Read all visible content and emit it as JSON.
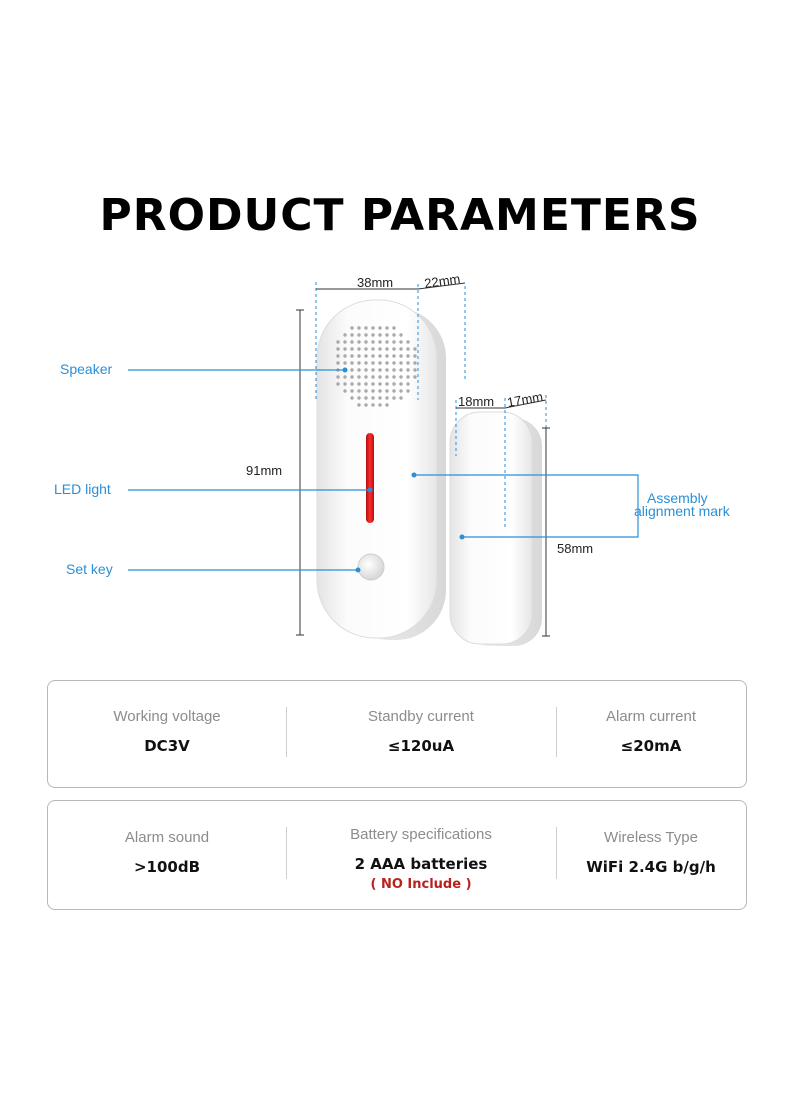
{
  "title": "PRODUCT PARAMETERS",
  "dimensions": {
    "width_main": "38mm",
    "depth_main": "22mm",
    "width_magnet": "18mm",
    "depth_magnet": "17mm",
    "height_main": "91mm",
    "height_magnet": "58mm"
  },
  "callouts": {
    "speaker": "Speaker",
    "led": "LED light",
    "set_key": "Set key",
    "assembly_line1": "Assembly",
    "assembly_line2": "alignment mark"
  },
  "specs_row1": [
    {
      "label": "Working voltage",
      "value": "DC3V"
    },
    {
      "label": "Standby current",
      "value": "≤120uA"
    },
    {
      "label": "Alarm current",
      "value": "≤20mA"
    }
  ],
  "specs_row2": [
    {
      "label": "Alarm sound",
      "value": ">100dB"
    },
    {
      "label": "Battery specifications",
      "value": "2 AAA batteries",
      "note": "( NO Include )"
    },
    {
      "label": "Wireless Type",
      "value": "WiFi 2.4G b/g/h"
    }
  ],
  "colors": {
    "callout": "#2b8fd6",
    "led": "#e02020",
    "note": "#b8221e"
  }
}
